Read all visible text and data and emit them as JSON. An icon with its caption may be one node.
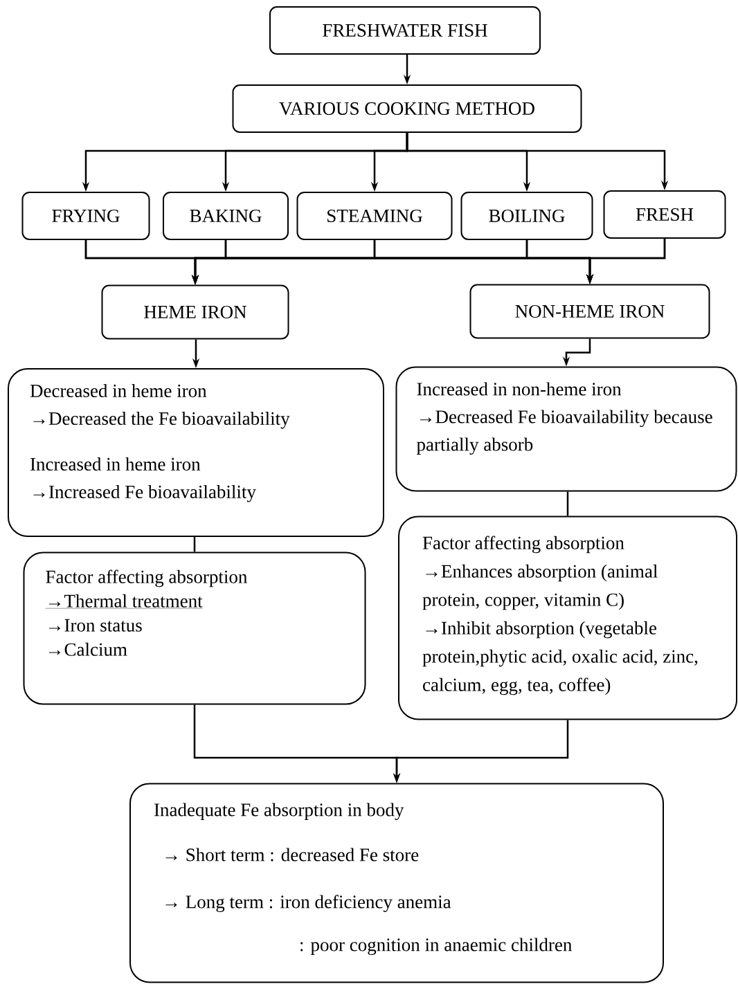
{
  "diagram": {
    "nodes": [
      {
        "text": [
          "FRESHWATER FISH"
        ]
      },
      {
        "text": [
          "VARIOUS COOKING METHOD"
        ]
      },
      {
        "text": [
          "FRYING"
        ]
      },
      {
        "text": [
          "BAKING"
        ]
      },
      {
        "text": [
          "STEAMING"
        ]
      },
      {
        "text": [
          "BOILING"
        ]
      },
      {
        "text": [
          "FRESH"
        ]
      },
      {
        "text": [
          "HEME IRON"
        ]
      },
      {
        "text": [
          "NON-HEME IRON"
        ]
      },
      {
        "text": [
          "Decreased in heme iron",
          "→Decreased the Fe bioavailability",
          "Increased in heme iron",
          "→Increased Fe bioavailability"
        ]
      },
      {
        "text": [
          "Increased in non-heme iron",
          "→Decreased Fe bioavailability because partially absorb"
        ]
      },
      {
        "text": [
          "Factor affecting absorption",
          "→Thermal treatment",
          "→Iron status",
          "→Calcium"
        ]
      },
      {
        "text": [
          "Factor affecting absorption",
          "→Enhances absorption (animal protein, copper, vitamin C)",
          "→Inhibit absorption (vegetable protein,phytic acid, oxalic acid, zinc, calcium, egg, tea, coffee)"
        ]
      },
      {
        "text": [
          "Inadequate Fe absorption in body",
          "→ Short term : decreased Fe store",
          "→ Long term : iron deficiency anemia",
          ": poor cognition in anaemic children"
        ]
      }
    ],
    "edges": [
      {
        "from": 0,
        "to": 1,
        "arrow": "to"
      },
      {
        "from": 1,
        "to": 2,
        "arrow": "to"
      },
      {
        "from": 1,
        "to": 3,
        "arrow": "to"
      },
      {
        "from": 1,
        "to": 4,
        "arrow": "to"
      },
      {
        "from": 1,
        "to": 5,
        "arrow": "to"
      },
      {
        "from": 1,
        "to": 6,
        "arrow": "to"
      },
      {
        "from": 2,
        "to": 7,
        "arrow": "to"
      },
      {
        "from": 3,
        "to": 7,
        "arrow": "to"
      },
      {
        "from": 4,
        "to": 7,
        "arrow": "to"
      },
      {
        "from": 5,
        "to": 7,
        "arrow": "to"
      },
      {
        "from": 6,
        "to": 7,
        "arrow": "to"
      },
      {
        "from": 2,
        "to": 8,
        "arrow": "to"
      },
      {
        "from": 3,
        "to": 8,
        "arrow": "to"
      },
      {
        "from": 4,
        "to": 8,
        "arrow": "to"
      },
      {
        "from": 5,
        "to": 8,
        "arrow": "to"
      },
      {
        "from": 6,
        "to": 8,
        "arrow": "to"
      },
      {
        "from": 7,
        "to": 9,
        "arrow": "to"
      },
      {
        "from": 8,
        "to": 10,
        "arrow": "to"
      },
      {
        "from": 9,
        "to": 11,
        "arrow": "none"
      },
      {
        "from": 10,
        "to": 12,
        "arrow": "none"
      },
      {
        "from": 11,
        "to": 13,
        "arrow": "to"
      },
      {
        "from": 12,
        "to": 13,
        "arrow": "to"
      }
    ]
  }
}
